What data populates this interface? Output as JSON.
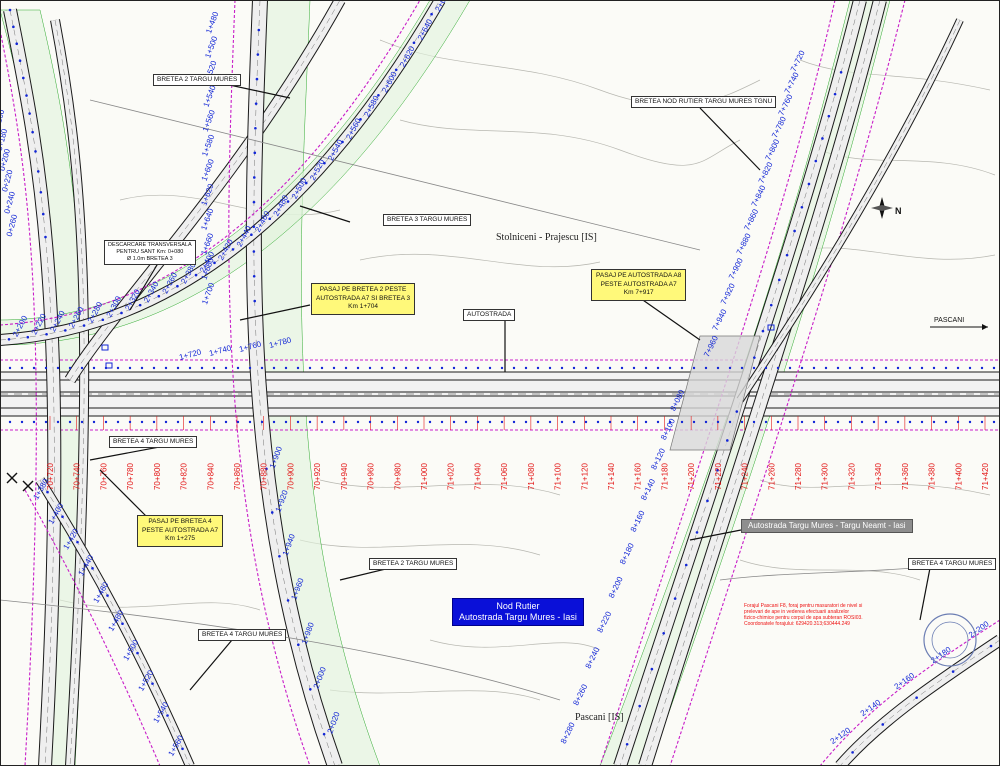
{
  "colors": {
    "road_edge": "#1a1a1a",
    "road_fill": "#efefef",
    "boundary": "#c81ec8",
    "grading": "#2eaa2e",
    "station_blue": "#1226d6",
    "station_red": "#e31616",
    "callout_yellow": "#fff97a",
    "callout_blue": "#0a10d8",
    "contour": "#b7b7b0"
  },
  "labels": {
    "bretea2_top": "BRETEA 2 TARGU MURES",
    "bretea3": "BRETEA 3 TARGU MURES",
    "bretea_nod": "BRETEA NOD RUTIER TARGU MURES TGNU",
    "descarcare": "DESCARCARE TRANSVERSALA\nPENTRU SANT Km: 0+080\nØ 1.0m BRETEA 3",
    "pasaj_b2": "PASAJ PE BRETEA 2  PESTE\nAUTOSTRADA A7 SI BRETEA 3\nKm 1+704",
    "autostrada": "AUTOSTRADA",
    "pasaj_a8": "PASAJ PE AUTOSTRADA A8\nPESTE AUTOSTRADA A7\nKm 7+917",
    "bretea4_mid": "BRETEA 4 TARGU MURES",
    "pasaj_b4": "PASAJ PE BRETEA 4\nPESTE AUTOSTRADA A7\nKm 1+275",
    "autostrada_tm": "Autostrada Targu Mures - Targu Neamt - Iasi",
    "bretea2_bottom": "BRETEA 2 TARGU MURES",
    "nod_rutier": "Nod Rutier\nAutostrada Targu Mures - Iasi",
    "bretea4_bottom": "BRETEA 4 TARGU MURES",
    "bretea4_right": "BRETEA 4 TARGU MURES",
    "foraj_note": "Forajul Pascani F8, foraj pentru masuratori de nivel si\nprelevari de ape in vederea efectuarii analizelor\nfizico-chimice pentru corpul de apa subteran ROSI03.\nCoordonatele forajului: 629420.313;630444.249",
    "stolniceni": "Stolniceni - Prajescu [IS]",
    "pascani": "Pascani [IS]",
    "pascani_arrow": "PASCANI"
  },
  "main_stations": [
    "70+720",
    "70+740",
    "70+760",
    "70+780",
    "70+800",
    "70+820",
    "70+840",
    "70+860",
    "70+880",
    "70+900",
    "70+920",
    "70+940",
    "70+960",
    "70+980",
    "71+000",
    "71+020",
    "71+040",
    "71+060",
    "71+080",
    "71+100",
    "71+120",
    "71+140",
    "71+160",
    "71+180",
    "71+200",
    "71+220",
    "71+240",
    "71+260",
    "71+280",
    "71+300",
    "71+320",
    "71+340",
    "71+360",
    "71+380",
    "71+400",
    "71+420"
  ],
  "main_upper_stations": [
    "1+720",
    "1+740",
    "1+760",
    "1+780"
  ],
  "ramp_left_stations": [
    "0+020",
    "0+040",
    "0+060",
    "0+080",
    "0+100",
    "0+120",
    "0+140",
    "0+160",
    "0+180",
    "0+200",
    "0+220",
    "0+240",
    "0+260"
  ],
  "bretea2_stations": [
    "1+480",
    "1+500",
    "1+520",
    "1+540",
    "1+560",
    "1+580",
    "1+600",
    "1+620",
    "1+640",
    "1+660",
    "1+680",
    "1+700"
  ],
  "bretea3_stations": [
    "2+200",
    "2+220",
    "2+240",
    "2+260",
    "2+280",
    "2+300",
    "2+320",
    "2+340",
    "2+360",
    "2+380",
    "2+400",
    "2+420",
    "2+440",
    "2+460",
    "2+480",
    "2+500",
    "2+520",
    "2+540",
    "2+560",
    "2+580",
    "2+600",
    "2+620",
    "2+640",
    "2+660"
  ],
  "a8_stations": [
    "7+720",
    "7+740",
    "7+760",
    "7+780",
    "7+800",
    "7+820",
    "7+840",
    "7+860",
    "7+880",
    "7+900",
    "7+920",
    "7+940",
    "7+960"
  ],
  "a8_lower_stations": [
    "8+080",
    "8+100",
    "8+120",
    "8+140",
    "8+160",
    "8+180",
    "8+200",
    "8+220",
    "8+240",
    "8+260",
    "8+280"
  ],
  "bretea4_low_stations": [
    "1+380",
    "1+400",
    "1+420",
    "1+440",
    "1+460",
    "1+480",
    "1+500",
    "1+520",
    "1+540",
    "1+560"
  ],
  "bretea2_low_stations": [
    "1+900",
    "1+920",
    "1+940",
    "1+960",
    "1+980",
    "2+000",
    "2+020"
  ],
  "right_ramp_stations": [
    "2+200",
    "2+180",
    "2+160",
    "2+140",
    "2+120"
  ]
}
